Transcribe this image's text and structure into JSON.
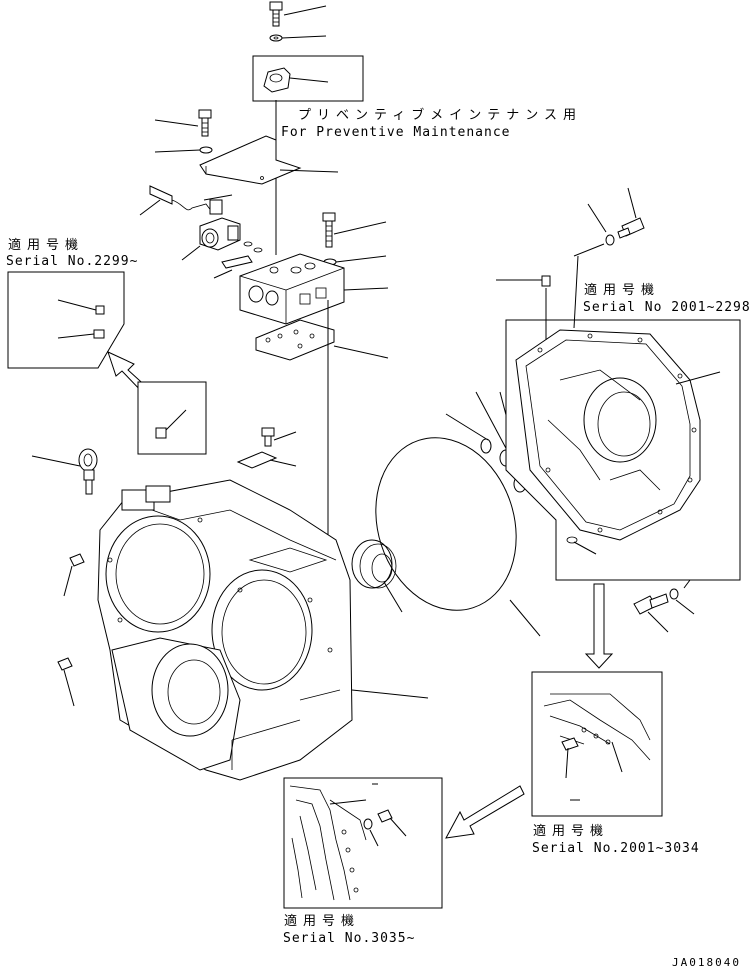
{
  "diagram": {
    "labels": {
      "preventive_jp": "プリベンティブメインテナンス用",
      "preventive_en": "For Preventive Maintenance",
      "applicable_left": "適用号機",
      "serial_left": "Serial No.2299~",
      "applicable_right": "適用号機",
      "serial_right": "Serial No 2001~2298",
      "applicable_mid": "適用号機",
      "serial_mid": "Serial No.2001~3034",
      "applicable_bottom": "適用号機",
      "serial_bottom": "Serial No.3035~",
      "drawing_code": "JA018040"
    }
  }
}
